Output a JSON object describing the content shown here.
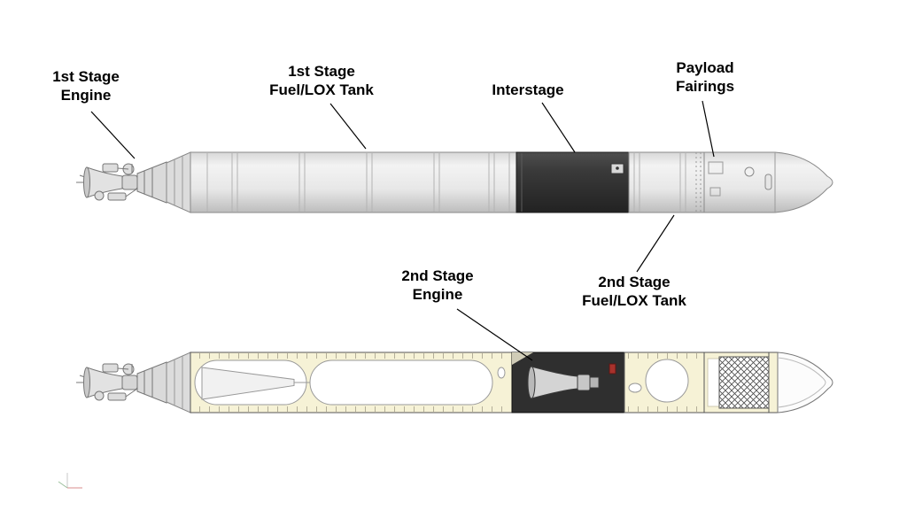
{
  "diagram_title": "Two-stage launch vehicle diagram (exterior view above, cutaway view below)",
  "labels": {
    "first_stage_engine": {
      "line1": "1st Stage",
      "line2": "Engine"
    },
    "first_stage_tank": {
      "line1": "1st Stage",
      "line2": "Fuel/LOX Tank"
    },
    "interstage": {
      "line1": "Interstage"
    },
    "payload_fairings": {
      "line1": "Payload",
      "line2": "Fairings"
    },
    "second_stage_engine": {
      "line1": "2nd Stage",
      "line2": "Engine"
    },
    "second_stage_tank": {
      "line1": "2nd Stage",
      "line2": "Fuel/LOX Tank"
    }
  },
  "colors": {
    "background": "#ffffff",
    "body_light": "#e9e9e9",
    "interstage_dark": "#333333",
    "cutaway_cream": "#f6f2d6",
    "engine_detail_red": "#a8322c",
    "label_text": "#000000"
  },
  "views": {
    "top": "exterior side view",
    "bottom": "internal cutaway side view"
  }
}
